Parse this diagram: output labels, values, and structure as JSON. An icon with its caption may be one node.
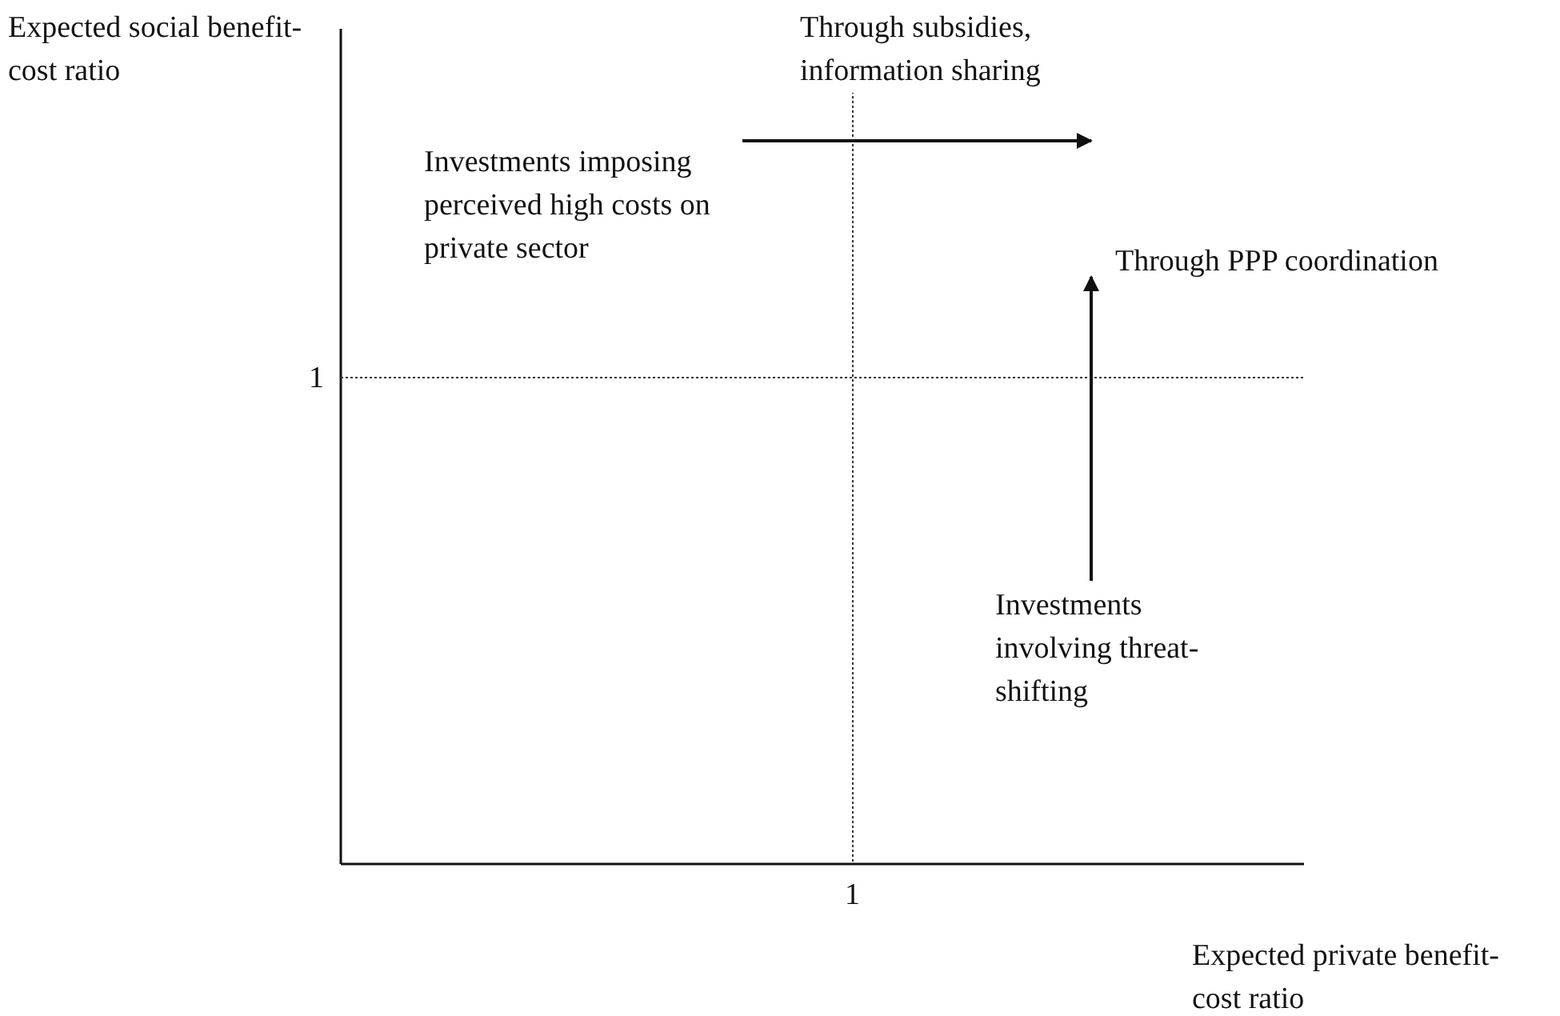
{
  "diagram": {
    "nodes": [
      {
        "text": [
          "Investments imposing perceived high costs on private sector"
        ]
      },
      {
        "text": [
          "Investments involving threat-shifting"
        ]
      }
    ],
    "edges": [
      {
        "from": 0,
        "to": null,
        "arrow": "to",
        "label": "Through subsidies, information sharing"
      },
      {
        "from": 1,
        "to": null,
        "arrow": "to",
        "label": "Through PPP coordination"
      }
    ],
    "labels": [
      "Expected social benefit-cost ratio",
      "1",
      "1",
      "Expected private benefit-cost ratio"
    ]
  }
}
